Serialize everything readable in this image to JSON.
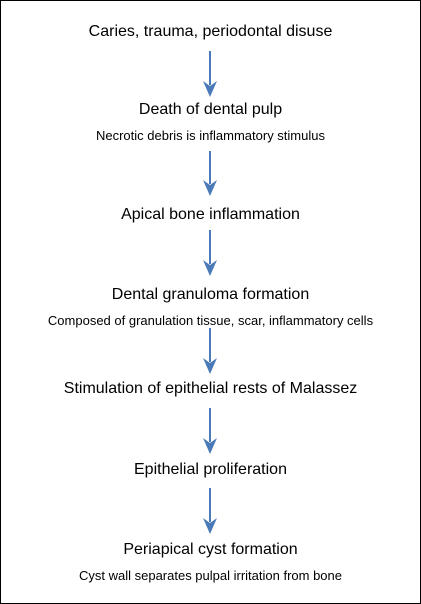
{
  "steps": [
    {
      "title": "Caries, trauma, periodontal disuse",
      "subtitle": ""
    },
    {
      "title": "Death of dental pulp",
      "subtitle": "Necrotic debris is inflammatory stimulus"
    },
    {
      "title": "Apical bone inflammation",
      "subtitle": ""
    },
    {
      "title": "Dental granuloma formation",
      "subtitle": "Composed of granulation tissue, scar, inflammatory cells"
    },
    {
      "title": "Stimulation of epithelial rests of Malassez",
      "subtitle": ""
    },
    {
      "title": "Epithelial proliferation",
      "subtitle": ""
    },
    {
      "title": "Periapical cyst formation",
      "subtitle": "Cyst wall separates pulpal irritation from bone"
    }
  ],
  "colors": {
    "arrow": "#4a7ab8",
    "border": "#000000",
    "text": "#000000"
  },
  "icons": {
    "arrow": "down-arrow-icon"
  }
}
